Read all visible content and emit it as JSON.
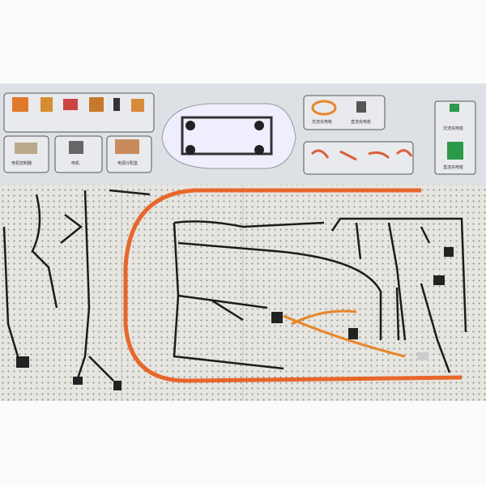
{
  "board": {
    "connector_labels": [
      "电机控制器",
      "电机",
      "电源分配盒"
    ],
    "charging_labels": [
      "交流充电枪",
      "直流充电枪"
    ],
    "station_labels": [
      "交流充电桩",
      "直流充电桩"
    ]
  },
  "colors": {
    "orange_cable": "#e8662a",
    "black_wire": "#1c1c1c",
    "pegboard": "#e9e8e2",
    "panel": "#dfe2e6"
  }
}
